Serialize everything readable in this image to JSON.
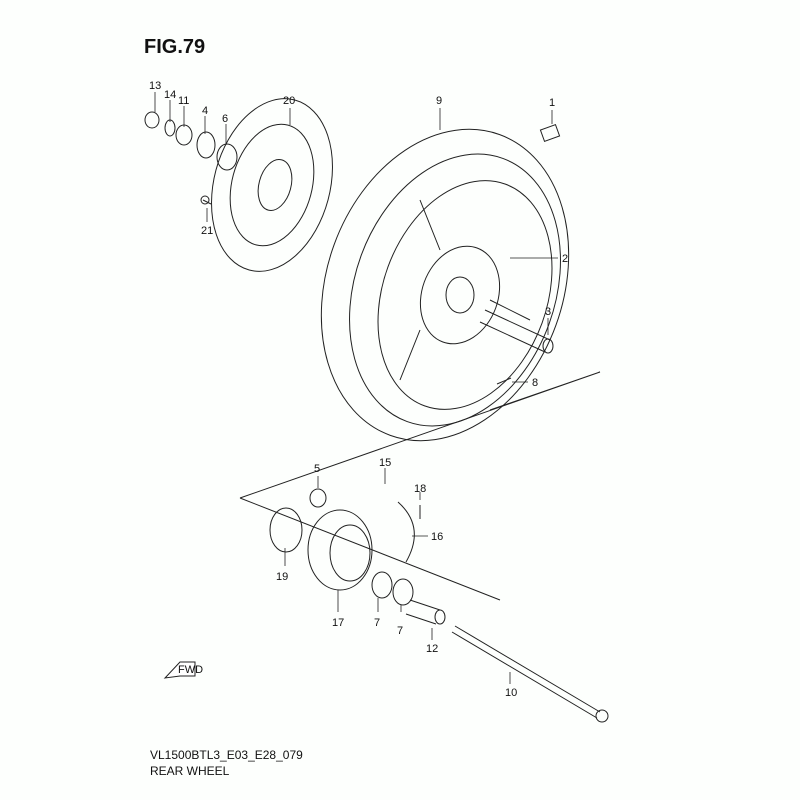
{
  "figure": {
    "title": "FIG.79",
    "code": "VL1500BTL3_E03_E28_079",
    "name": "REAR WHEEL"
  },
  "callouts": [
    {
      "num": "13"
    },
    {
      "num": "14"
    },
    {
      "num": "11"
    },
    {
      "num": "4"
    },
    {
      "num": "6"
    },
    {
      "num": "20"
    },
    {
      "num": "9"
    },
    {
      "num": "1"
    },
    {
      "num": "21"
    },
    {
      "num": "2"
    },
    {
      "num": "3"
    },
    {
      "num": "8"
    },
    {
      "num": "5"
    },
    {
      "num": "15"
    },
    {
      "num": "18"
    },
    {
      "num": "16"
    },
    {
      "num": "19"
    },
    {
      "num": "17"
    },
    {
      "num": "7"
    },
    {
      "num": "7"
    },
    {
      "num": "12"
    },
    {
      "num": "10"
    }
  ],
  "direction_marker": "FWD"
}
